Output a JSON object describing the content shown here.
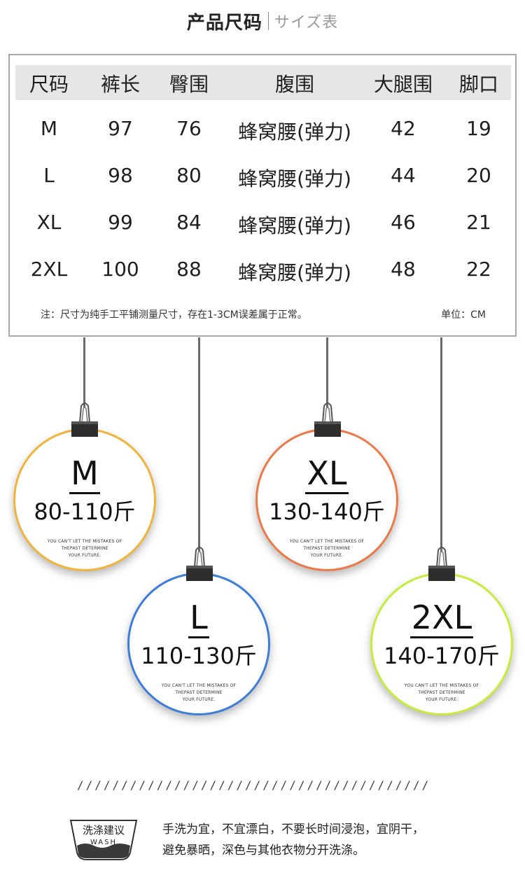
{
  "header": {
    "title": "产品尺码",
    "subtitle": "サイズ表"
  },
  "size_table": {
    "columns": [
      "尺码",
      "裤长",
      "臀围",
      "腹围",
      "大腿围",
      "脚口"
    ],
    "rows": [
      [
        "M",
        "97",
        "76",
        "蜂窝腰(弹力)",
        "42",
        "19"
      ],
      [
        "L",
        "98",
        "80",
        "蜂窝腰(弹力)",
        "44",
        "20"
      ],
      [
        "XL",
        "99",
        "84",
        "蜂窝腰(弹力)",
        "46",
        "21"
      ],
      [
        "2XL",
        "100",
        "88",
        "蜂窝腰(弹力)",
        "48",
        "22"
      ]
    ],
    "note": "注：尺寸为纯手工平铺测量尺寸，存在1-3CM误差属于正常。",
    "unit": "单位：CM"
  },
  "tags": [
    {
      "size": "M",
      "weight": "80-110斤",
      "slogan": [
        "YOU CAN'T LET THE MISTAKES OF",
        "THEPAST DETERMINE",
        "YOUR FUTURE."
      ],
      "color": "#f0b43c"
    },
    {
      "size": "L",
      "weight": "110-130斤",
      "slogan": [
        "YOU CAN'T LET THE MISTAKES OF",
        "THEPAST DETERMINE",
        "YOUR FUTURE."
      ],
      "color": "#3c7ddc"
    },
    {
      "size": "XL",
      "weight": "130-140斤",
      "slogan": [
        "YOU CAN'T LET THE MISTAKES OF",
        "THEPAST DETERMINE",
        "YOUR FUTURE."
      ],
      "color": "#ec7a48"
    },
    {
      "size": "2XL",
      "weight": "140-170斤",
      "slogan": [
        "YOU CAN'T LET THE MISTAKES OF",
        "THEPAST DETERMINE",
        "YOUR FUTURE."
      ],
      "color": "#c6ec3c"
    }
  ],
  "divider": "////////////////////////////////////////",
  "wash": {
    "badge_title": "洗涤建议",
    "badge_sub": "WASH",
    "line1": "手洗为宜，不宜漂白，不要长时间浸泡，宜阴干，",
    "line2": "避免暴晒，深色与其他衣物分开洗涤。"
  },
  "colors": {
    "header_bg": "#e6e6e6",
    "border": "#a8a8a8",
    "cord": "#6a6a6a",
    "clip": "#2e2e2e"
  }
}
